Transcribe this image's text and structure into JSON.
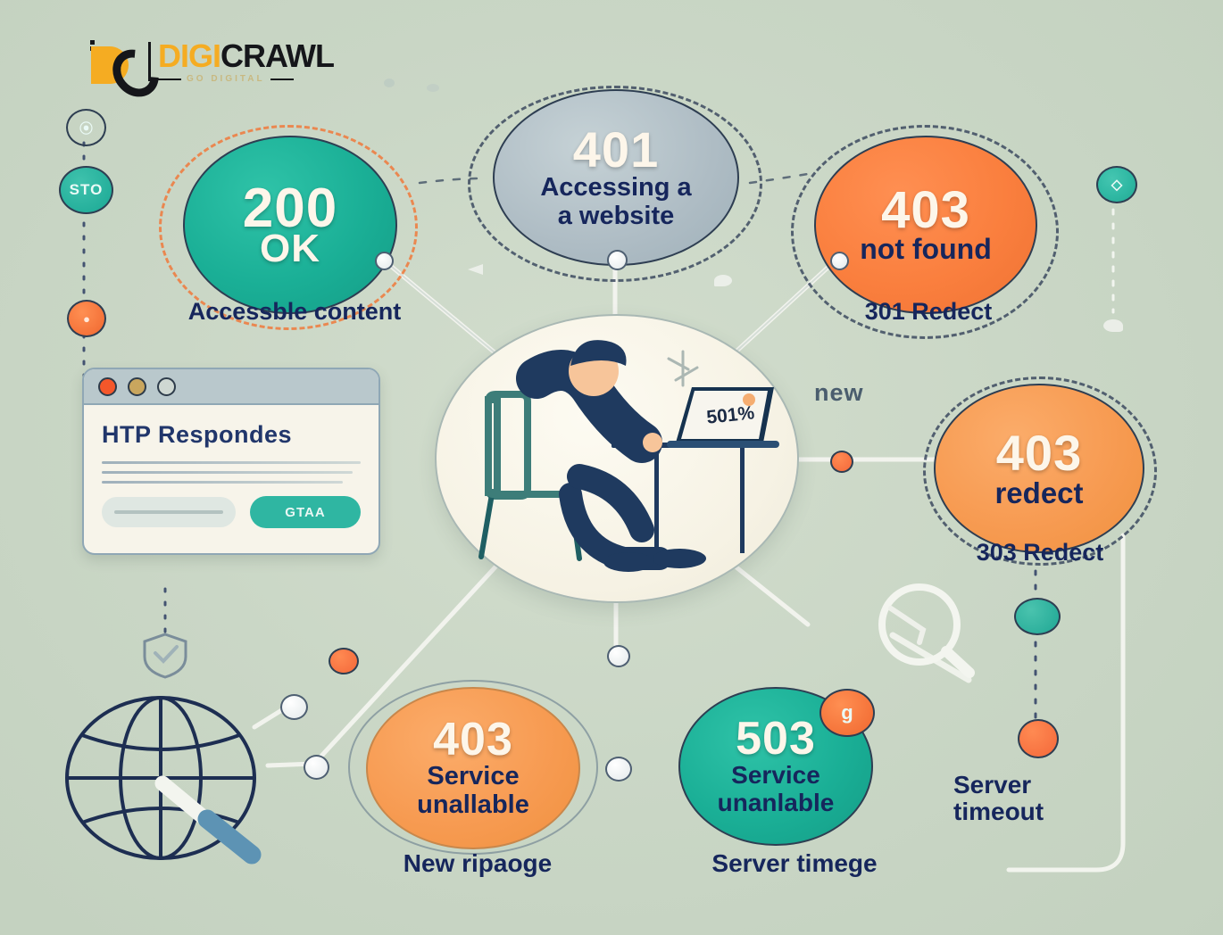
{
  "background_color": "#ccd8c8",
  "brand": {
    "name_part1": "DIGI",
    "name_part2": "CRAWL",
    "tagline": "GO DIGITAL",
    "mark_icon": "digicrawl-logo-icon",
    "colors": {
      "accent": "#f5ac22",
      "dark": "#15161a"
    }
  },
  "palette": {
    "teal": "#1aaf96",
    "orange": "#f97f3e",
    "orange_light": "#f79b52",
    "gray_blue": "#aebcc4",
    "navy_text": "#16265c",
    "cream": "#fdf6ea"
  },
  "bubbles": [
    {
      "id": "status-200",
      "code": "200",
      "sub": "OK",
      "caption": "Accessble content",
      "color": "teal",
      "ring": "dashed-orange"
    },
    {
      "id": "status-401",
      "code": "401",
      "sub": "Accessing a\na website",
      "sub_line1": "Accessing a",
      "sub_line2": "a website",
      "caption": "",
      "color": "gray-blue",
      "ring": "dashed-dark"
    },
    {
      "id": "status-403-notfound",
      "code": "403",
      "sub": "not found",
      "caption": "301 Redect",
      "color": "orange",
      "ring": "dashed-dark"
    },
    {
      "id": "status-403-redirect",
      "code": "403",
      "sub": "redect",
      "caption": "303 Redect",
      "color": "orange-light",
      "ring": "dashed-dark"
    },
    {
      "id": "status-403-service",
      "code": "403",
      "sub_line1": "Service",
      "sub_line2": "unallable",
      "caption": "New ripaoge",
      "color": "orange-light",
      "ring": "solid"
    },
    {
      "id": "status-503-service",
      "code": "503",
      "sub_line1": "Service",
      "sub_line2": "unanlable",
      "caption": "Server timege",
      "color": "teal",
      "ring": "none",
      "badge": "g"
    }
  ],
  "browser_card": {
    "title": "HTP Respondes",
    "button_label": "GTAA",
    "traffic_lights": [
      "close-dot",
      "minimize-dot",
      "maximize-dot"
    ]
  },
  "center_illustration": {
    "name": "person-at-desk-with-laptop",
    "laptop_screen_text": "501%"
  },
  "annotations": {
    "new_label": "new",
    "server_timeout_line1": "Server",
    "server_timeout_line2": "timeout"
  },
  "side_icons": {
    "left_badge_text": "STO",
    "left_top_icon": "droplet-icon",
    "left_orange_icon": "dot-icon",
    "right_top_icon": "gem-icon",
    "globe_icon": "globe-search-icon",
    "shield_icon": "shield-check-icon",
    "magnifier_icon": "magnifier-icon",
    "teal_dot_icon": "teal-dot-icon",
    "orange_dot_icon": "orange-dot-icon"
  }
}
